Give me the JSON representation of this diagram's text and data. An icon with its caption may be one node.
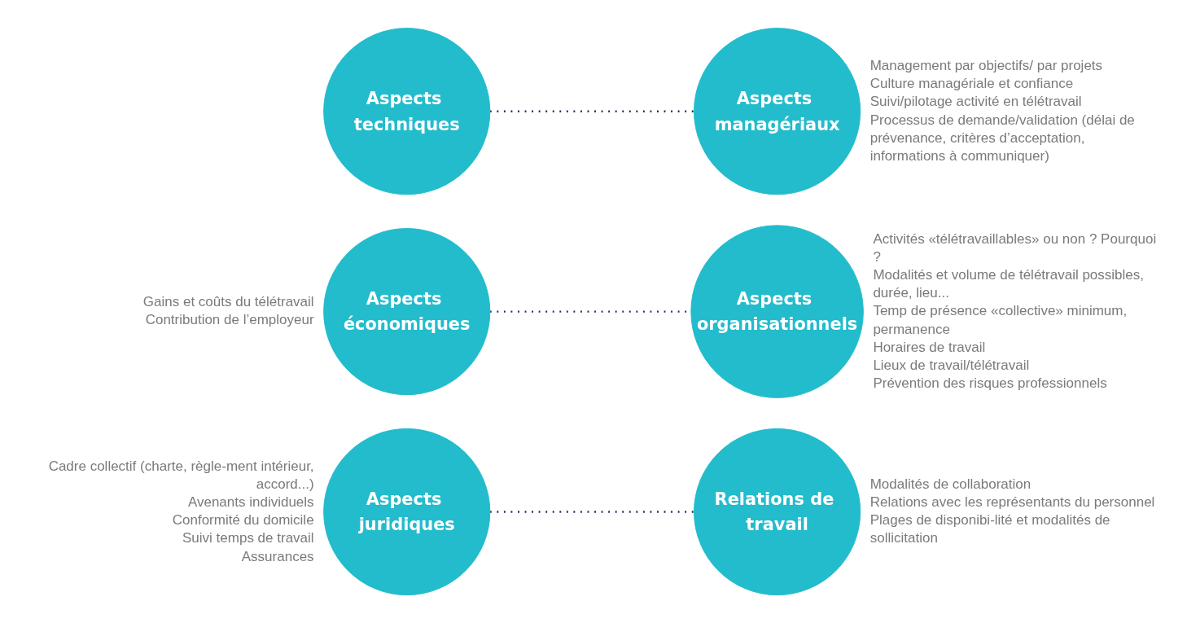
{
  "diagram": {
    "nodes": [
      {
        "text": [
          "Aspects techniques"
        ]
      },
      {
        "text": [
          "Aspects économiques"
        ],
        "beside": [
          "Gains et coûts du télétravail",
          "Contribution de l’employeur"
        ]
      },
      {
        "text": [
          "Aspects juridiques"
        ],
        "beside": [
          "Cadre collectif (charte, règle-ment intérieur, accord...)",
          "Avenants individuels",
          "Conformité du domicile",
          "Suivi temps de travail",
          "Assurances"
        ]
      },
      {
        "text": [
          "Relations de travail"
        ],
        "beside": [
          "Modalités de collaboration",
          "Relations avec les représentants du personnel",
          "Plages de disponibi-lité et modalités de sollicitation"
        ]
      },
      {
        "text": [
          "Aspects managériaux"
        ],
        "beside": [
          "Management par objectifs/ par projets",
          "Culture managériale et confiance",
          "Suivi/pilotage activité en télétravail",
          "Processus de demande/validation (délai de prévenance, critères d’acceptation, informations à communiquer)"
        ]
      },
      {
        "text": [
          "Aspects organisationnels"
        ],
        "beside": [
          "Activités «télétravaillables» ou non ? Pourquoi ?",
          "Modalités et volume de télétravail possibles, durée, lieu...",
          "Temp de présence «collective» minimum, permanence",
          "Horaires de travail",
          "Lieux de travail/télétravail",
          "Prévention des risques professionnels"
        ]
      }
    ],
    "edges": [
      {
        "from": 0,
        "to": 4,
        "arrow": "none",
        "style": "dashed"
      },
      {
        "from": 1,
        "to": 5,
        "arrow": "none",
        "style": "dashed"
      },
      {
        "from": 2,
        "to": 3,
        "arrow": "none",
        "style": "dashed"
      }
    ]
  }
}
